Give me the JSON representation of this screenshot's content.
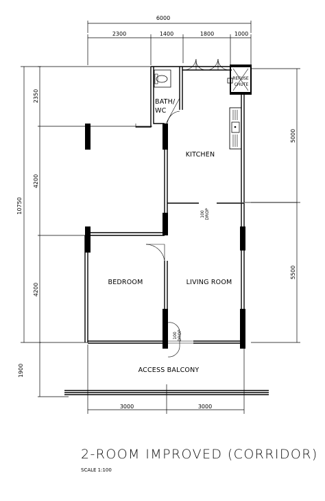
{
  "title": "2-ROOM IMPROVED (CORRIDOR)",
  "scale": "SCALE   1:100",
  "rooms": {
    "bath": "BATH/",
    "bath2": "WC",
    "kitchen": "KITCHEN",
    "bedroom": "BEDROOM",
    "living": "LIVING ROOM",
    "balcony": "ACCESS BALCONY",
    "refuse": "REFUSE",
    "refuse2": "CHUTE",
    "drop_top": "100",
    "drop_top2": "DROP",
    "drop_bottom": "100",
    "drop_bottom2": "DROP"
  },
  "dimensions": {
    "top_total": "6000",
    "top_segments": [
      "2300",
      "1400",
      "1800",
      "1000"
    ],
    "left_total": "10750",
    "left_segments": [
      "2350",
      "4200",
      "4200"
    ],
    "left_bottom": "1900",
    "right_segments": [
      "5000",
      "5500"
    ],
    "bottom_segments": [
      "3000",
      "3000"
    ]
  }
}
